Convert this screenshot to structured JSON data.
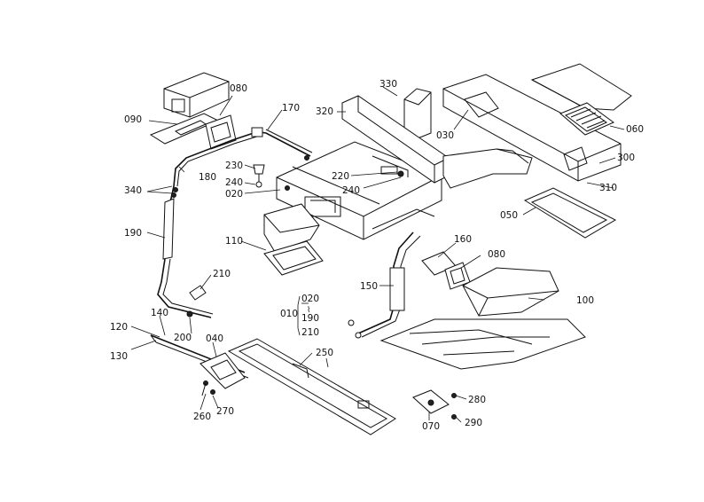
{
  "diagram": {
    "callouts": {
      "c090a": "090",
      "c080a": "080",
      "c170": "170",
      "c330": "330",
      "c320": "320",
      "c030": "030",
      "c060": "060",
      "c300": "300",
      "c310": "310",
      "c050": "050",
      "c230": "230",
      "c240a": "240",
      "c020a": "020",
      "c220": "220",
      "c240b": "240",
      "c180": "180",
      "c340": "340",
      "c190": "190",
      "c110": "110",
      "c160": "160",
      "c080b": "080",
      "c150": "150",
      "c210": "210",
      "c100": "100",
      "c020b": "020",
      "c010": "010",
      "c190b": "190",
      "c210b": "210",
      "c140": "140",
      "c120": "120",
      "c200": "200",
      "c040": "040",
      "c130": "130",
      "c250": "250",
      "c280": "280",
      "c260": "260",
      "c270": "270",
      "c070": "070",
      "c290": "290"
    }
  }
}
